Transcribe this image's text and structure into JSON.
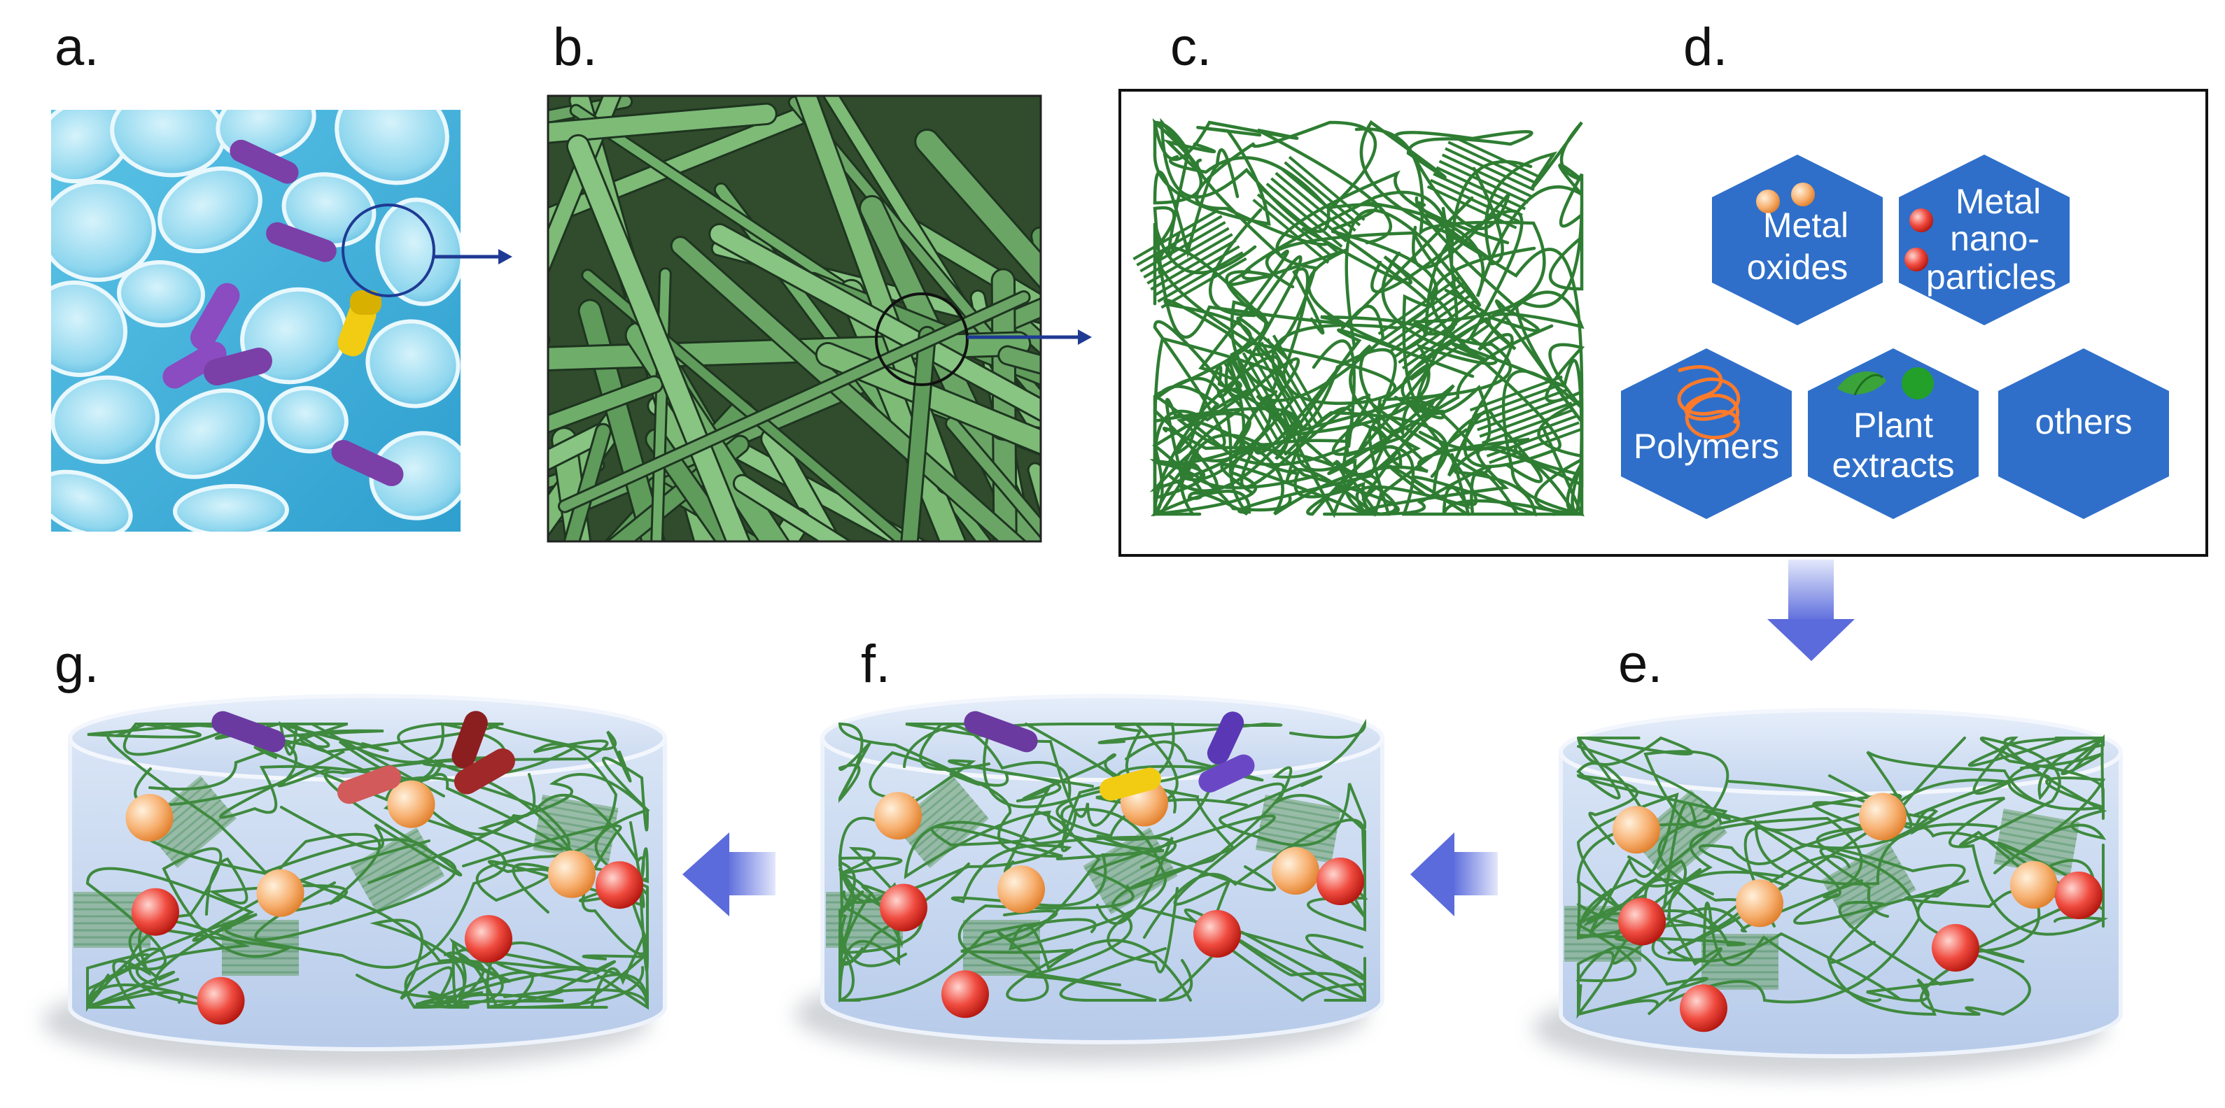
{
  "panels": {
    "a": "a.",
    "b": "b.",
    "c": "c.",
    "d": "d.",
    "e": "e.",
    "f": "f.",
    "g": "g."
  },
  "hexagons": [
    {
      "id": "metal-oxides",
      "lines": [
        "Metal",
        "oxides"
      ],
      "icon": "orange-particles-icon"
    },
    {
      "id": "metal-nanoparticles",
      "lines": [
        "Metal",
        "nano-",
        "particles"
      ],
      "icon": "red-particles-icon"
    },
    {
      "id": "polymers",
      "lines": [
        "Polymers"
      ],
      "icon": "polymer-coil-icon"
    },
    {
      "id": "plant-extracts",
      "lines": [
        "Plant",
        "extracts"
      ],
      "icon": "leaf-icon"
    },
    {
      "id": "others",
      "lines": [
        "others"
      ],
      "icon": ""
    }
  ],
  "colors": {
    "hex_fill": "#2f6fc9",
    "fiber_green": "#2e7d32",
    "arrow_blue": "#6f7fe0",
    "pointer_arrow": "#1f3a93",
    "cylinder": "#c9d8f0",
    "particle_orange": "#f5a55a",
    "particle_red": "#e53935",
    "bacteria_purple": "#7b3fa8",
    "bacteria_yellow": "#f2cc12",
    "bacteria_red": "#c0392b"
  }
}
